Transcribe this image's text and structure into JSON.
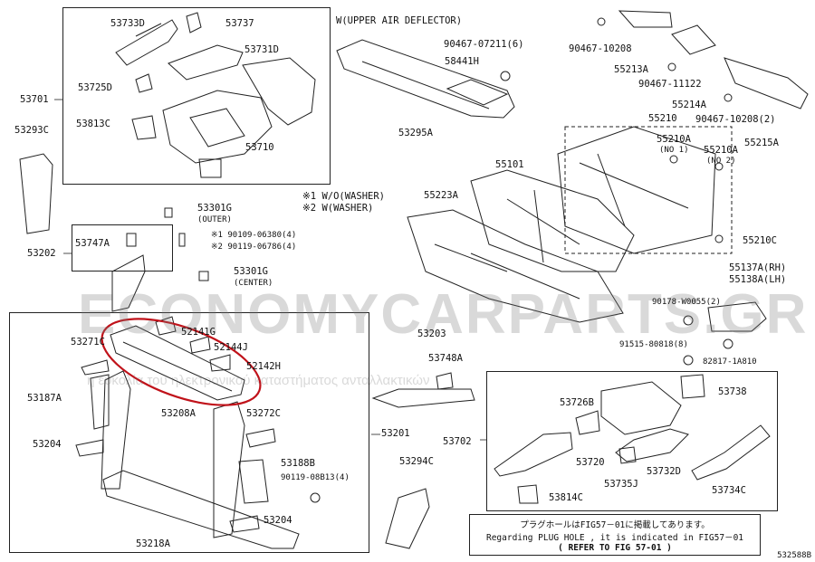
{
  "watermark": {
    "site": "ECONOMYCARPARTS.GR",
    "tagline": "η ευκολία του ηλεκτρονικού καταστήματος ανταλλακτικών"
  },
  "footnote": {
    "jp": "プラグホールはFIG57－01に掲載してあります。",
    "en": "Regarding PLUG HOLE , it is indicated in FIG57－01",
    "ref": "(     REFER TO FIG 57-01   )"
  },
  "legend": {
    "w_o_washer": "※1 W/O(WASHER)",
    "w_washer": "※2 W(WASHER)",
    "upper_air_deflector": "W(UPPER AIR DEFLECTOR)"
  },
  "diagram_ref": "532588B",
  "parts": {
    "p53733D": "53733D",
    "p53737": "53737",
    "p53731D": "53731D",
    "p53725D": "53725D",
    "p53701": "53701",
    "p53813C": "53813C",
    "p53710": "53710",
    "p53293C": "53293C",
    "p90467_07211": "90467-07211(6)",
    "p58441H": "58441H",
    "p53295A": "53295A",
    "p90467_10208": "90467-10208",
    "p55213A": "55213A",
    "p90467_11122": "90467-11122",
    "p55214A": "55214A",
    "p55210": "55210",
    "p90467_10208_2": "90467-10208(2)",
    "p55215A": "55215A",
    "p55210A_1": "55210A",
    "no1": "(NO 1)",
    "p55210A_2": "55210A",
    "no2": "(NO 2)",
    "p55101": "55101",
    "p55223A": "55223A",
    "p55210C": "55210C",
    "p53301G_outer": "53301G",
    "outer": "(OUTER)",
    "p90109_06380": "※1 90109-06380(4)",
    "p90119_06786": "※2 90119-06786(4)",
    "p53747A": "53747A",
    "p53202": "53202",
    "p53301G_center": "53301G",
    "center": "(CENTER)",
    "p55137A": "55137A(RH)",
    "p55138A": "55138A(LH)",
    "p90178_W0055": "90178-W0055(2)",
    "p91515_80818": "91515-80818(8)",
    "p82817_1A810": "82817-1A810",
    "p53271C": "53271C",
    "p52141G": "52141G",
    "p52144J": "52144J",
    "p52142H": "52142H",
    "p53203": "53203",
    "p53748A": "53748A",
    "p53738": "53738",
    "p53187A": "53187A",
    "p53208A": "53208A",
    "p53272C": "53272C",
    "p53201": "53201",
    "p53726B": "53726B",
    "p53204_a": "53204",
    "p53702": "53702",
    "p53188B": "53188B",
    "p90119_08B13": "90119-08B13(4)",
    "p53294C": "53294C",
    "p53720": "53720",
    "p53732D": "53732D",
    "p53735J": "53735J",
    "p53734C": "53734C",
    "p53814C": "53814C",
    "p53204_b": "53204",
    "p53218A": "53218A"
  },
  "colors": {
    "highlight_ring": "#c0121a",
    "line": "#222222"
  }
}
